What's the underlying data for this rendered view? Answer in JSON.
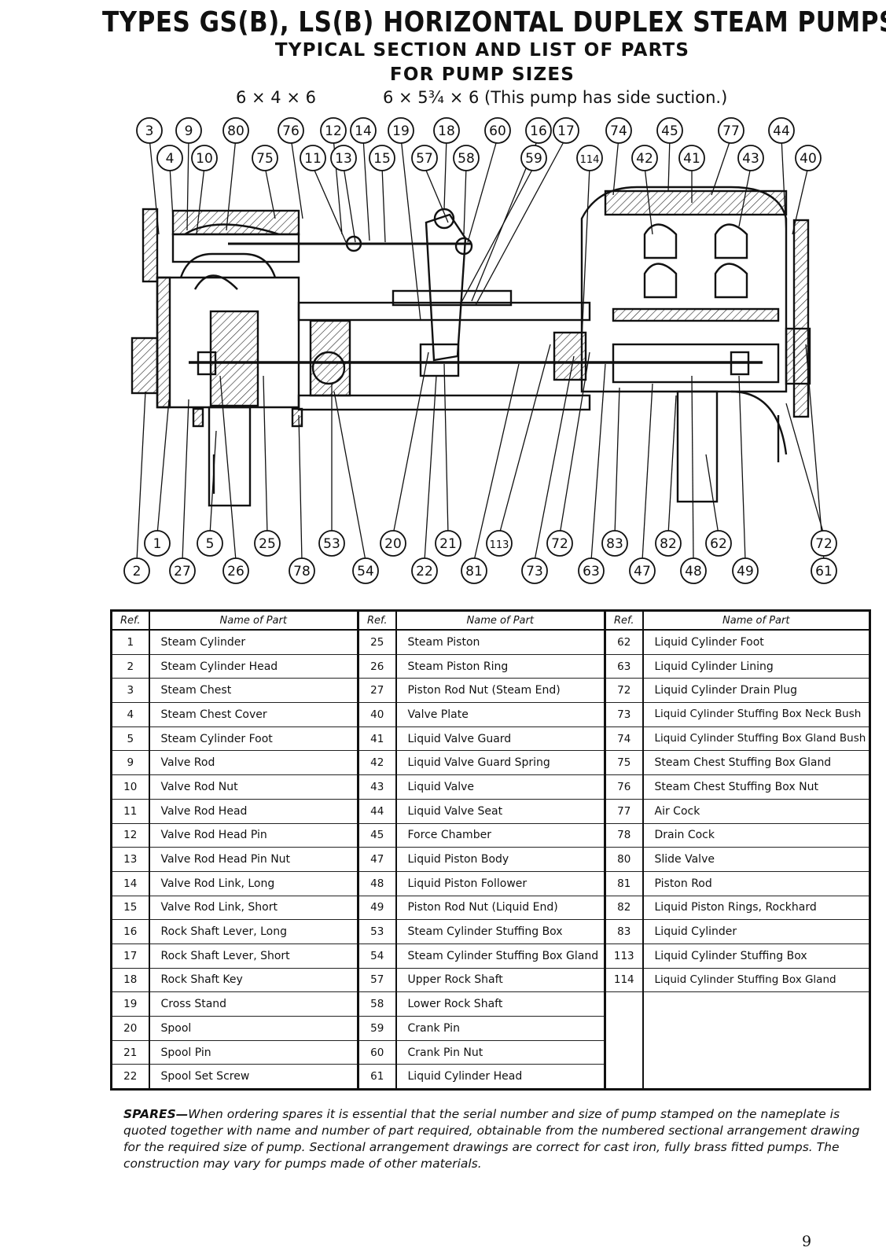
{
  "header": {
    "title": "TYPES GS(B), LS(B) HORIZONTAL DUPLEX STEAM PUMPS",
    "subtitle_line1": "TYPICAL SECTION AND LIST OF PARTS",
    "subtitle_line2": "FOR PUMP SIZES",
    "size_1": "6 × 4 × 6",
    "size_2": "6 × 5¾ × 6 (This pump has side suction.)"
  },
  "callouts": {
    "top_row1": [
      "3",
      "9",
      "80",
      "76",
      "12",
      "14",
      "19",
      "18",
      "60",
      "16",
      "17",
      "74",
      "45",
      "77",
      "44"
    ],
    "top_row2": [
      "4",
      "10",
      "75",
      "11",
      "13",
      "15",
      "57",
      "58",
      "59",
      "114",
      "42",
      "41",
      "43",
      "40"
    ],
    "bottom_row1": [
      "1",
      "5",
      "25",
      "53",
      "20",
      "21",
      "113",
      "72",
      "83",
      "82",
      "62",
      "72"
    ],
    "bottom_row2": [
      "2",
      "27",
      "26",
      "78",
      "54",
      "22",
      "81",
      "73",
      "63",
      "47",
      "48",
      "49",
      "61"
    ]
  },
  "table": {
    "headers": [
      "Ref.",
      "Name of Part",
      "Ref.",
      "Name of Part",
      "Ref.",
      "Name of Part"
    ],
    "col1": [
      [
        "1",
        "Steam Cylinder"
      ],
      [
        "2",
        "Steam Cylinder Head"
      ],
      [
        "3",
        "Steam Chest"
      ],
      [
        "4",
        "Steam Chest Cover"
      ],
      [
        "5",
        "Steam Cylinder Foot"
      ],
      [
        "9",
        "Valve Rod"
      ],
      [
        "10",
        "Valve Rod Nut"
      ],
      [
        "11",
        "Valve Rod Head"
      ],
      [
        "12",
        "Valve Rod Head Pin"
      ],
      [
        "13",
        "Valve Rod Head Pin Nut"
      ],
      [
        "14",
        "Valve Rod Link, Long"
      ],
      [
        "15",
        "Valve Rod Link, Short"
      ],
      [
        "16",
        "Rock Shaft Lever, Long"
      ],
      [
        "17",
        "Rock Shaft Lever, Short"
      ],
      [
        "18",
        "Rock Shaft Key"
      ],
      [
        "19",
        "Cross Stand"
      ],
      [
        "20",
        "Spool"
      ],
      [
        "21",
        "Spool Pin"
      ],
      [
        "22",
        "Spool Set Screw"
      ]
    ],
    "col2": [
      [
        "25",
        "Steam Piston"
      ],
      [
        "26",
        "Steam Piston Ring"
      ],
      [
        "27",
        "Piston Rod Nut (Steam End)"
      ],
      [
        "40",
        "Valve Plate"
      ],
      [
        "41",
        "Liquid Valve Guard"
      ],
      [
        "42",
        "Liquid Valve Guard Spring"
      ],
      [
        "43",
        "Liquid Valve"
      ],
      [
        "44",
        "Liquid Valve Seat"
      ],
      [
        "45",
        "Force Chamber"
      ],
      [
        "47",
        "Liquid Piston Body"
      ],
      [
        "48",
        "Liquid Piston Follower"
      ],
      [
        "49",
        "Piston Rod Nut (Liquid End)"
      ],
      [
        "53",
        "Steam Cylinder Stuffing Box"
      ],
      [
        "54",
        "Steam Cylinder Stuffing Box Gland"
      ],
      [
        "57",
        "Upper Rock Shaft"
      ],
      [
        "58",
        "Lower Rock Shaft"
      ],
      [
        "59",
        "Crank Pin"
      ],
      [
        "60",
        "Crank Pin Nut"
      ],
      [
        "61",
        "Liquid Cylinder Head"
      ]
    ],
    "col3": [
      [
        "62",
        "Liquid Cylinder Foot"
      ],
      [
        "63",
        "Liquid Cylinder Lining"
      ],
      [
        "72",
        "Liquid Cylinder Drain Plug"
      ],
      [
        "73",
        "Liquid Cylinder Stuffing Box Neck Bush"
      ],
      [
        "74",
        "Liquid Cylinder Stuffing Box Gland Bush"
      ],
      [
        "75",
        "Steam Chest Stuffing Box Gland"
      ],
      [
        "76",
        "Steam Chest Stuffing Box Nut"
      ],
      [
        "77",
        "Air Cock"
      ],
      [
        "78",
        "Drain Cock"
      ],
      [
        "80",
        "Slide Valve"
      ],
      [
        "81",
        "Piston Rod"
      ],
      [
        "82",
        "Liquid Piston Rings, Rockhard"
      ],
      [
        "83",
        "Liquid Cylinder"
      ],
      [
        "113",
        "Liquid Cylinder Stuffing Box"
      ],
      [
        "114",
        "Liquid Cylinder Stuffing Box Gland"
      ]
    ]
  },
  "spares": {
    "lead": "SPARES—",
    "text": "When ordering spares it is essential that the serial number and size of pump stamped on the nameplate is quoted together with name and number of part required, obtainable from the numbered sectional arrangement drawing for the required size of pump. Sectional arrangement drawings are correct for cast iron, fully brass fitted pumps. The construction may vary for pumps made of other materials."
  },
  "page_number": "9"
}
